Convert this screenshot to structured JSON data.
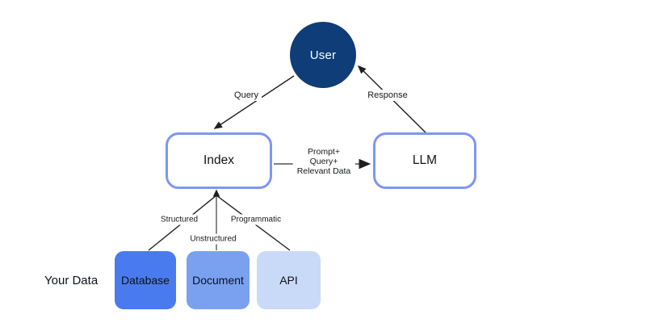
{
  "diagram": {
    "nodes": {
      "user": {
        "label": "User"
      },
      "index": {
        "label": "Index"
      },
      "llm": {
        "label": "LLM"
      },
      "database": {
        "label": "Database"
      },
      "document": {
        "label": "Document"
      },
      "api": {
        "label": "API"
      }
    },
    "edges": {
      "query": {
        "label": "Query",
        "from": "User",
        "to": "Index"
      },
      "response": {
        "label": "Response",
        "from": "LLM",
        "to": "User"
      },
      "prompt": {
        "lines": [
          "Prompt+",
          "Query+",
          "Relevant Data"
        ],
        "from": "Index",
        "to": "LLM"
      },
      "structured": {
        "label": "Structured",
        "from": "Database",
        "to": "Index"
      },
      "unstructured": {
        "label": "Unstructured",
        "from": "Document",
        "to": "Index"
      },
      "programmatic": {
        "label": "Programmatic",
        "from": "API",
        "to": "Index"
      }
    },
    "annotations": {
      "your_data": "Your Data"
    },
    "colors": {
      "user_fill": "#0e3d78",
      "outline_box_border": "#7d96f3",
      "database_fill": "#4a7bee",
      "document_fill": "#7aa1f0",
      "api_fill": "#c9daf9",
      "connector_gray": "#7d7d7d",
      "line_black": "#1f1f1f",
      "background": "#ffffff"
    }
  }
}
